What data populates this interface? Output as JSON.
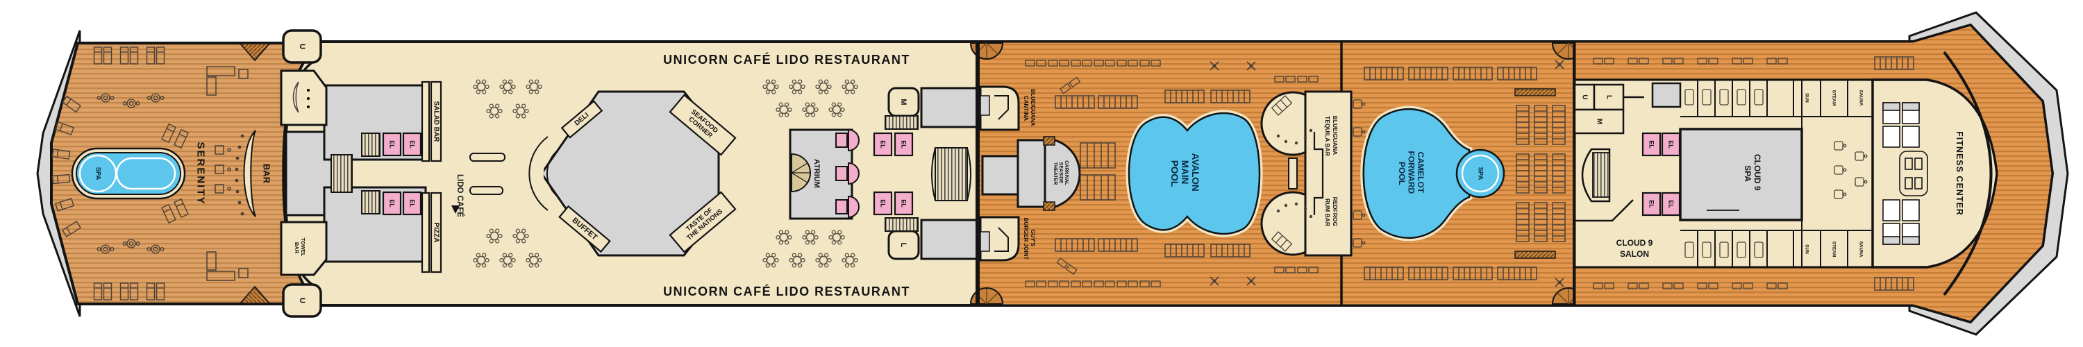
{
  "deck": {
    "labels": {
      "restaurant_top": "UNICORN CAFÉ LIDO RESTAURANT",
      "restaurant_bottom": "UNICORN CAFÉ LIDO RESTAURANT",
      "serenity": "SERENITY",
      "serenity_spa": "SPA",
      "aft_bar": "BAR",
      "towel_1": "TOWEL",
      "towel_2": "BAR",
      "salad_bar": "SALAD BAR",
      "pizza": "PIZZA",
      "lido_cafe": "LIDO CAFÉ",
      "deli": "DELI",
      "buffet": "BUFFET",
      "seafood_1": "SEAFOOD",
      "seafood_2": "CORNER",
      "taste_1": "TASTE OF",
      "taste_2": "THE NATIONS",
      "atrium": "ATRIUM",
      "cantina_1": "BLUEIGUANA",
      "cantina_2": "CANTINA",
      "guys_1": "GUY'S",
      "guys_2": "BURGER JOINT",
      "theater_1": "CARNIVAL",
      "theater_2": "SEASIDE",
      "theater_3": "THEATER",
      "avalon_1": "AVALON",
      "avalon_2": "MAIN",
      "avalon_3": "POOL",
      "tequila_1": "BLUEIGUANA",
      "tequila_2": "TEQUILA BAR",
      "redfrog_1": "REDFROG",
      "redfrog_2": "RUM BAR",
      "camelot_1": "CAMELOT",
      "camelot_2": "FORWARD",
      "camelot_3": "POOL",
      "camelot_spa": "SPA",
      "cloud9spa_1": "CLOUD 9",
      "cloud9spa_2": "SPA",
      "cloud9salon_1": "CLOUD 9",
      "cloud9salon_2": "SALON",
      "fitness": "FITNESS CENTER",
      "sun": "SUN",
      "steam": "STEAM",
      "sauna": "SAUNA",
      "stair_u": "U",
      "stair_m": "M",
      "stair_l": "L",
      "elevator": "EL"
    },
    "colors": {
      "pool_deck_wood": "#E2964E",
      "wood_stripe": "#C27D36",
      "serenity_wood": "#DDA065",
      "interior_cream": "#F2E6C5",
      "room_gray": "#D5D5D5",
      "pool_blue": "#5CC6EC",
      "elevator_pink": "#F3AECB",
      "hull_gray": "#D9D9D9",
      "outline": "#141414"
    }
  }
}
